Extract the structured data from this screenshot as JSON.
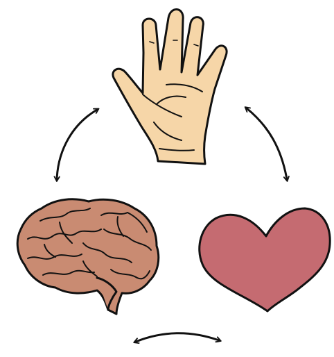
{
  "diagram": {
    "nodes": [
      {
        "id": "hand",
        "icon": "open-palm-hand-icon",
        "fill": "#f6d6a8"
      },
      {
        "id": "brain",
        "icon": "brain-icon",
        "fill": "#c98b72"
      },
      {
        "id": "heart",
        "icon": "heart-icon",
        "fill": "#c56b71"
      }
    ],
    "connections": [
      {
        "from": "hand",
        "to": "brain",
        "style": "curved-double-arrow"
      },
      {
        "from": "hand",
        "to": "heart",
        "style": "curved-double-arrow"
      },
      {
        "from": "brain",
        "to": "heart",
        "style": "curved-double-arrow"
      }
    ],
    "stroke": "#111111",
    "background": "#ffffff"
  }
}
